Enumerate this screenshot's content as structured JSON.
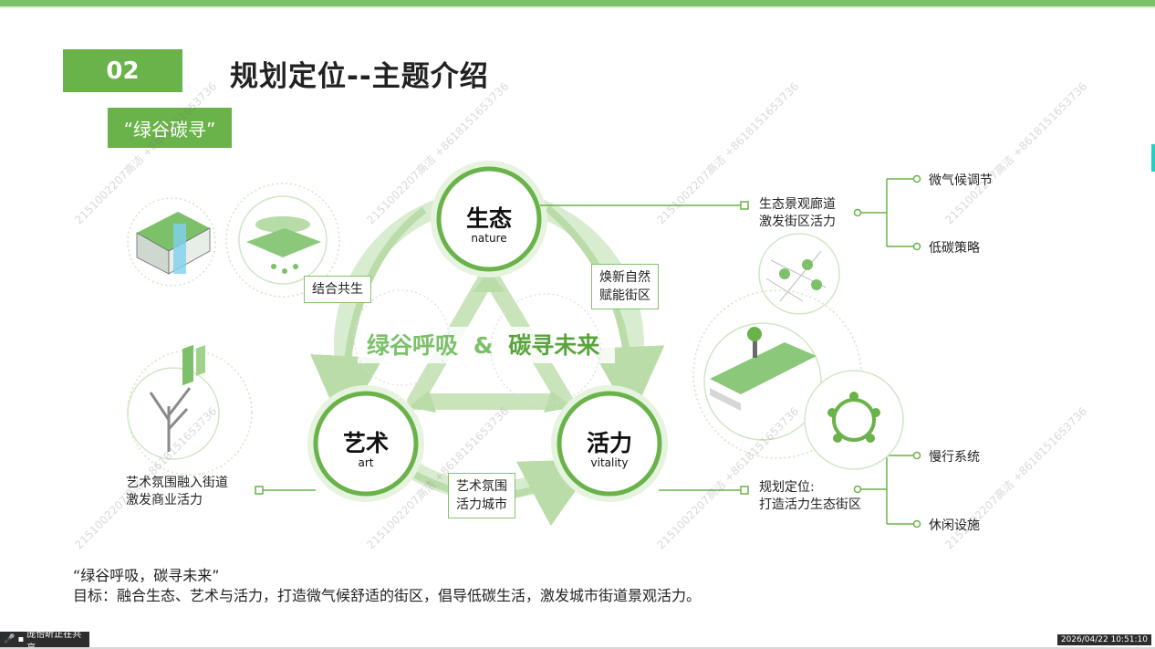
{
  "slide": {
    "number": "02",
    "title": "规划定位--主题介绍",
    "theme_tag": "“绿谷碳寻”"
  },
  "diagram": {
    "center_text_part1": "绿谷呼吸",
    "center_amp": "&",
    "center_text_part2": "碳寻未来",
    "nodes": {
      "eco": {
        "title": "生态",
        "sub": "nature"
      },
      "art": {
        "title": "艺术",
        "sub": "art"
      },
      "vitality": {
        "title": "活力",
        "sub": "vitality"
      }
    },
    "link_labels": {
      "eco_art": "结合共生",
      "eco_vitality_line1": "焕新自然",
      "eco_vitality_line2": "赋能街区",
      "art_vitality_line1": "艺术氛围",
      "art_vitality_line2": "活力城市"
    },
    "notes": {
      "eco_line1": "生态景观廊道",
      "eco_line2": "激发街区活力",
      "art_line1": "艺术氛围融入街道",
      "art_line2": "激发商业活力",
      "vitality_line1": "规划定位:",
      "vitality_line2": "打造活力生态街区"
    },
    "branches": {
      "eco": [
        "微气候调节",
        "低碳策略"
      ],
      "vitality": [
        "慢行系统",
        "休闲设施"
      ]
    }
  },
  "footer": {
    "quote": "“绿谷呼吸，碳寻未来”",
    "goal": "目标：融合生态、艺术与活力，打造微气候舒适的街区，倡导低碳生活，激发城市街道景观活力。"
  },
  "watermark_text": "2151002207高洁 +8618151653736",
  "taskbar": {
    "sharing_text": "庞怡昕正在共享",
    "datetime": "2026/04/22 10:51:10"
  },
  "colors": {
    "accent_green": "#6ab24a",
    "light_green": "#b9dca8",
    "text_dark": "#222222"
  }
}
